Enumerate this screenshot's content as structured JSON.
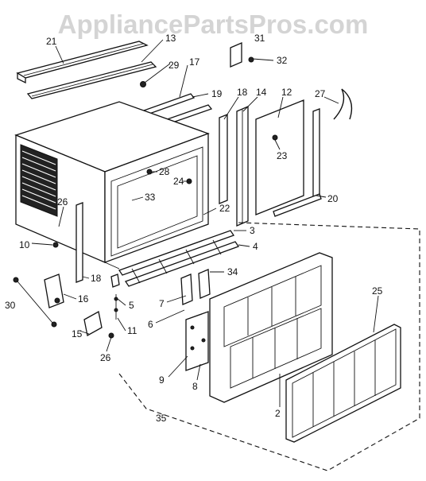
{
  "watermark": "AppliancePartsPros.com",
  "callouts": [
    "21",
    "13",
    "31",
    "32",
    "29",
    "17",
    "19",
    "27",
    "18",
    "14",
    "12",
    "23",
    "28",
    "24",
    "33",
    "26",
    "22",
    "20",
    "3",
    "4",
    "10",
    "34",
    "18",
    "16",
    "30",
    "5",
    "7",
    "6",
    "11",
    "15",
    "26",
    "9",
    "8",
    "25",
    "2",
    "35"
  ]
}
